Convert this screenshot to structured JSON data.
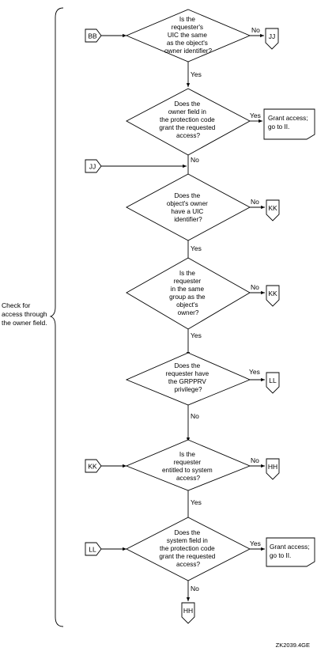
{
  "side_label": [
    "Check for",
    "access through",
    "the owner field."
  ],
  "figure_id": "ZK2039.4GE",
  "entry_connectors": {
    "bb": "BB",
    "jj": "JJ",
    "kk": "KK",
    "ll": "LL"
  },
  "exit_connectors": {
    "d1_no": "JJ",
    "d3_no": "KK",
    "d4_no": "KK",
    "d5_yes": "LL",
    "d6_no": "HH",
    "d7_no": "HH"
  },
  "decisions": {
    "d1": [
      "Is the",
      "requester's",
      "UIC the same",
      "as the object's",
      "owner identifier?"
    ],
    "d2": [
      "Does the",
      "owner field in",
      "the protection code",
      "grant the requested",
      "access?"
    ],
    "d3": [
      "Does the",
      "object's owner",
      "have a UIC",
      "identifier?"
    ],
    "d4": [
      "Is the",
      "requester",
      "in the same",
      "group as the",
      "object's",
      "owner?"
    ],
    "d5": [
      "Does the",
      "requester have",
      "the GRPPRV",
      "privilege?"
    ],
    "d6": [
      "Is the",
      "requester",
      "entitled to system",
      "access?"
    ],
    "d7": [
      "Does the",
      "system field in",
      "the protection code",
      "grant the requested",
      "access?"
    ]
  },
  "boxes": {
    "grant1": [
      "Grant access;",
      "go to II."
    ],
    "grant2": [
      "Grant access;",
      "go to II."
    ]
  },
  "labels": {
    "yes": "Yes",
    "no": "No"
  }
}
